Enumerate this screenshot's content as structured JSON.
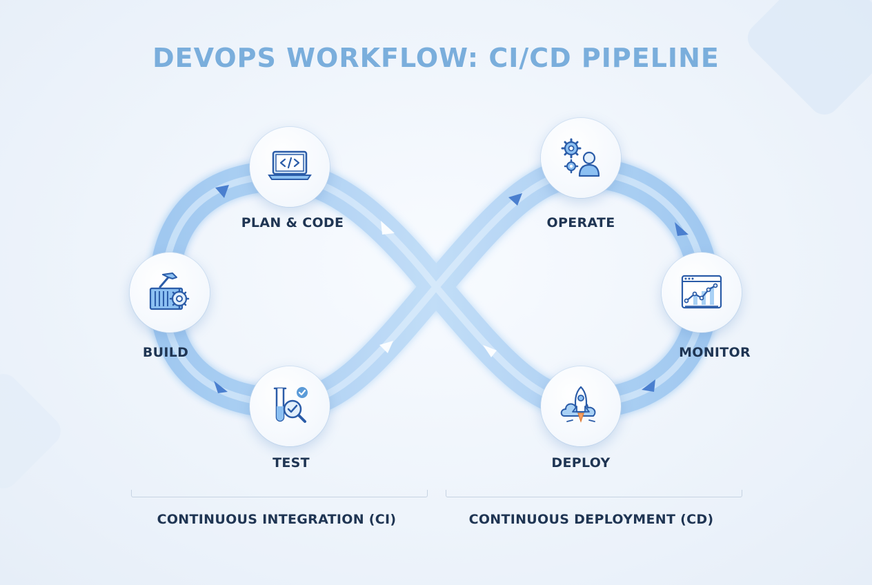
{
  "title": "DEVOPS WORKFLOW: CI/CD PIPELINE",
  "stages": {
    "plan_code": {
      "label": "PLAN & CODE",
      "icon": "laptop-code-icon"
    },
    "build": {
      "label": "BUILD",
      "icon": "build-tools-icon"
    },
    "test": {
      "label": "TEST",
      "icon": "test-tube-magnifier-icon"
    },
    "operate": {
      "label": "OPERATE",
      "icon": "gears-person-icon"
    },
    "monitor": {
      "label": "MONITOR",
      "icon": "dashboard-chart-icon"
    },
    "deploy": {
      "label": "DEPLOY",
      "icon": "rocket-cloud-icon"
    }
  },
  "phases": {
    "ci": "CONTINUOUS INTEGRATION (CI)",
    "cd": "CONTINUOUS DEPLOYMENT (CD)"
  },
  "colors": {
    "title": "#7aaedc",
    "band": "#9cc6f0",
    "arrow": "#4a7fcf",
    "icon_stroke": "#2b5ca8",
    "icon_fill": "#8cc0f2",
    "label": "#1f3553"
  }
}
